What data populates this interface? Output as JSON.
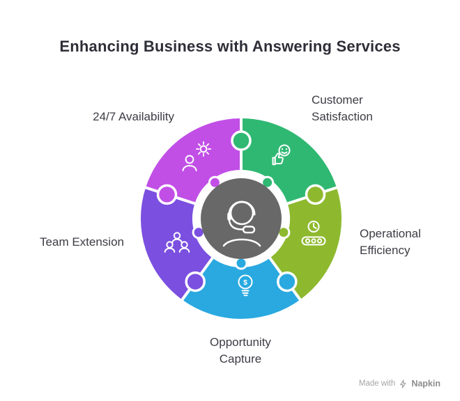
{
  "title": "Enhancing Business with Answering Services",
  "segments": [
    {
      "id": "24-7-availability",
      "lines": [
        "24/7 Availability"
      ],
      "color": "#c14fe6",
      "icon": "person-sun-icon"
    },
    {
      "id": "customer-satisfaction",
      "lines": [
        "Customer",
        "Satisfaction"
      ],
      "color": "#2fb872",
      "icon": "thumbs-up-smiley-icon"
    },
    {
      "id": "operational-efficiency",
      "lines": [
        "Operational",
        "Efficiency"
      ],
      "color": "#8eb92f",
      "icon": "clock-conveyor-icon"
    },
    {
      "id": "opportunity-capture",
      "lines": [
        "Opportunity",
        "Capture"
      ],
      "color": "#29a9e0",
      "icon": "lightbulb-dollar-icon",
      "symbol": "$"
    },
    {
      "id": "team-extension",
      "lines": [
        "Team Extension"
      ],
      "color": "#7b4fe0",
      "icon": "team-icon"
    }
  ],
  "center": {
    "color": "#686868",
    "icon": "headset-agent-icon"
  },
  "watermark": {
    "made_with": "Made with",
    "brand": "Napkin"
  }
}
